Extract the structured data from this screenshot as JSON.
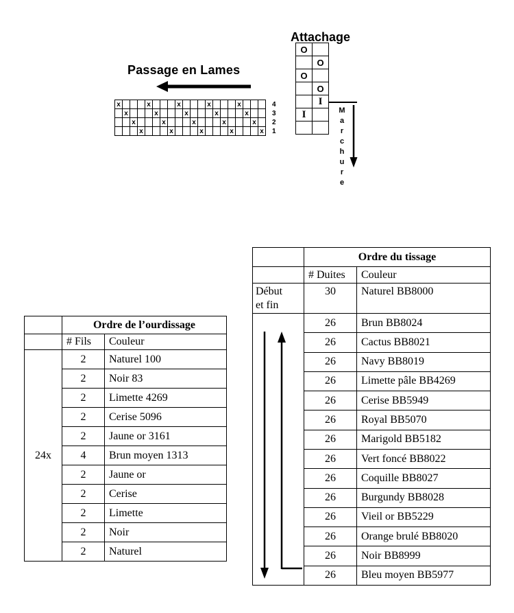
{
  "colors": {
    "ink": "#000000",
    "paper": "#ffffff"
  },
  "threading": {
    "title": "Passage en Lames",
    "columns": 20,
    "mark": "x",
    "marks_by_row": [
      [
        1,
        5,
        9,
        13,
        17
      ],
      [
        2,
        6,
        10,
        14,
        18
      ],
      [
        3,
        7,
        11,
        15,
        19
      ],
      [
        4,
        8,
        12,
        16,
        20
      ]
    ],
    "shaft_labels": [
      "4",
      "3",
      "2",
      "1"
    ]
  },
  "tieup": {
    "title": "Attachage",
    "grid": [
      [
        "O",
        ""
      ],
      [
        "",
        "O"
      ],
      [
        "O",
        ""
      ],
      [
        "",
        "O"
      ],
      [
        "",
        "I"
      ],
      [
        "I",
        ""
      ],
      [
        "",
        ""
      ]
    ],
    "treadling_label": "Marchure"
  },
  "warp_table": {
    "title": "Ordre de l’ourdissage",
    "count_header": "# Fils",
    "color_header": "Couleur",
    "repeat_label": "24x",
    "rows": [
      {
        "count": "2",
        "couleur": "Naturel 100"
      },
      {
        "count": "2",
        "couleur": "Noir 83"
      },
      {
        "count": "2",
        "couleur": "Limette 4269"
      },
      {
        "count": "2",
        "couleur": "Cerise 5096"
      },
      {
        "count": "2",
        "couleur": "Jaune or 3161"
      },
      {
        "count": "4",
        "couleur": "Brun moyen 1313"
      },
      {
        "count": "2",
        "couleur": "Jaune or"
      },
      {
        "count": "2",
        "couleur": "Cerise"
      },
      {
        "count": "2",
        "couleur": "Limette"
      },
      {
        "count": "2",
        "couleur": "Noir"
      },
      {
        "count": "2",
        "couleur": "Naturel"
      }
    ]
  },
  "weft_table": {
    "title": "Ordre du tissage",
    "count_header": "# Duites",
    "color_header": "Couleur",
    "first_row": {
      "label_line1": "Début",
      "label_line2": "et fin",
      "count": "30",
      "couleur": "Naturel BB8000"
    },
    "rows": [
      {
        "count": "26",
        "couleur": "Brun BB8024"
      },
      {
        "count": "26",
        "couleur": "Cactus BB8021"
      },
      {
        "count": "26",
        "couleur": "Navy BB8019"
      },
      {
        "count": "26",
        "couleur": "Limette pâle BB4269"
      },
      {
        "count": "26",
        "couleur": "Cerise BB5949"
      },
      {
        "count": "26",
        "couleur": "Royal BB5070"
      },
      {
        "count": "26",
        "couleur": "Marigold BB5182"
      },
      {
        "count": "26",
        "couleur": "Vert foncé BB8022"
      },
      {
        "count": "26",
        "couleur": "Coquille BB8027"
      },
      {
        "count": "26",
        "couleur": "Burgundy BB8028"
      },
      {
        "count": "26",
        "couleur": "Vieil or BB5229"
      },
      {
        "count": "26",
        "couleur": "Orange brulé BB8020"
      },
      {
        "count": "26",
        "couleur": "Noir BB8999"
      },
      {
        "count": "26",
        "couleur": "Bleu moyen BB5977"
      }
    ]
  }
}
